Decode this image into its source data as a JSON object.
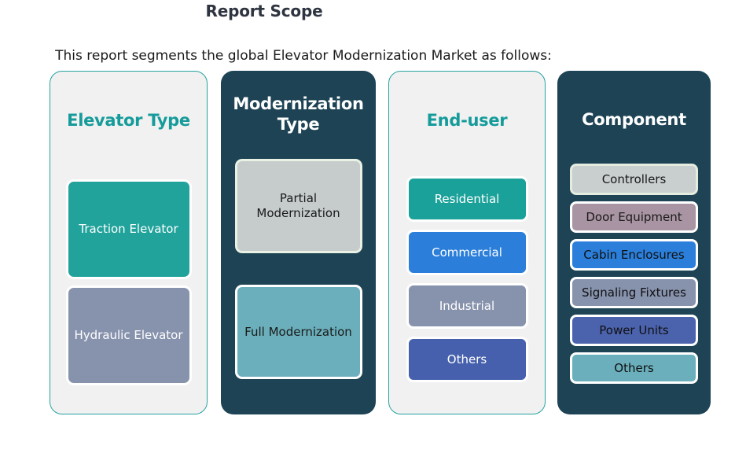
{
  "page": {
    "title": "Report Scope",
    "subtitle": "This report segments the global Elevator Modernization Market as follows:",
    "background": "#ffffff",
    "title_color": "#2e3440",
    "subtitle_color": "#1a1a1a"
  },
  "palette": {
    "teal_accent": "#169b9b",
    "dark_navy": "#1d4354",
    "light_panel": "#f1f1f1",
    "panel_border_teal": "#25a3a0"
  },
  "columns": [
    {
      "id": "elevator-type",
      "title": "Elevator Type",
      "style": "light",
      "title_color": "#169b9b",
      "items": [
        {
          "label": "Traction Elevator",
          "bg": "#21a39c",
          "text_color": "#ffffff",
          "border": "#ffffff"
        },
        {
          "label": "Hydraulic Elevator",
          "bg": "#8792ad",
          "text_color": "#ffffff",
          "border": "#ffffff"
        }
      ]
    },
    {
      "id": "modernization-type",
      "title": "Modernization Type",
      "style": "dark",
      "title_color": "#ffffff",
      "items": [
        {
          "label": "Partial Modernization",
          "bg": "#c6cbcb",
          "text_color": "#1a1a1a",
          "border": "#e9f0e4"
        },
        {
          "label": "Full Modernization",
          "bg": "#6aafbb",
          "text_color": "#1a1a1a",
          "border": "#ffffff"
        }
      ]
    },
    {
      "id": "end-user",
      "title": "End-user",
      "style": "light",
      "title_color": "#169b9b",
      "items": [
        {
          "label": "Residential",
          "bg": "#1aa199",
          "text_color": "#ffffff",
          "border": "#ffffff"
        },
        {
          "label": "Commercial",
          "bg": "#2b7fda",
          "text_color": "#ffffff",
          "border": "#ffffff"
        },
        {
          "label": "Industrial",
          "bg": "#8792ad",
          "text_color": "#ffffff",
          "border": "#ffffff"
        },
        {
          "label": "Others",
          "bg": "#4660ad",
          "text_color": "#ffffff",
          "border": "#ffffff"
        }
      ]
    },
    {
      "id": "component",
      "title": "Component",
      "style": "dark",
      "title_color": "#ffffff",
      "items": [
        {
          "label": "Controllers",
          "bg": "#c9cece",
          "text_color": "#1a1a1a",
          "border": "#e4ecdf"
        },
        {
          "label": "Door Equipment",
          "bg": "#a894a2",
          "text_color": "#1a1a1a",
          "border": "#ffffff"
        },
        {
          "label": "Cabin Enclosures",
          "bg": "#2b7fda",
          "text_color": "#101010",
          "border": "#ffffff"
        },
        {
          "label": "Signaling Fixtures",
          "bg": "#8792ad",
          "text_color": "#101010",
          "border": "#ffffff"
        },
        {
          "label": "Power Units",
          "bg": "#4b62ad",
          "text_color": "#101010",
          "border": "#ffffff"
        },
        {
          "label": "Others",
          "bg": "#6aafbb",
          "text_color": "#101010",
          "border": "#ffffff"
        }
      ]
    }
  ]
}
